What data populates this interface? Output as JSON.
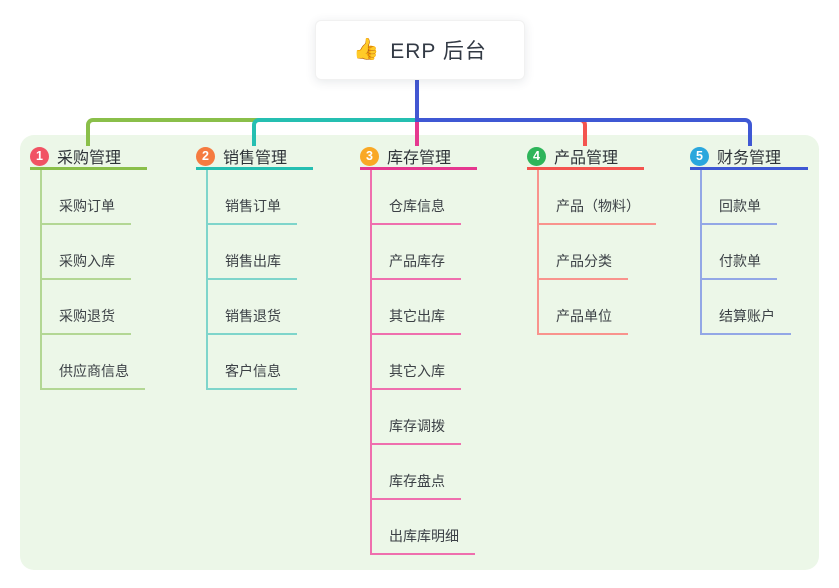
{
  "root": {
    "icon": "👍",
    "title": "ERP 后台",
    "link_color": "#4257d2"
  },
  "colors": {
    "page_background": "#ffffff",
    "panel_background": "#ecf7e8",
    "title_text": "#333a45",
    "header_text": "#2e3338",
    "item_text": "#3c4146"
  },
  "branches": [
    {
      "num": "1",
      "label": "采购管理",
      "badge_color": "#f15364",
      "line_color": "#8abf4a",
      "item_line_color": "#b3d794",
      "items": [
        "采购订单",
        "采购入库",
        "采购退货",
        "供应商信息"
      ]
    },
    {
      "num": "2",
      "label": "销售管理",
      "badge_color": "#f57b40",
      "line_color": "#25bfb1",
      "item_line_color": "#7ed5cb",
      "items": [
        "销售订单",
        "销售出库",
        "销售退货",
        "客户信息"
      ]
    },
    {
      "num": "3",
      "label": "库存管理",
      "badge_color": "#f9a825",
      "line_color": "#e5388f",
      "item_line_color": "#ef6fae",
      "items": [
        "仓库信息",
        "产品库存",
        "其它出库",
        "其它入库",
        "库存调拨",
        "库存盘点",
        "出库库明细"
      ]
    },
    {
      "num": "4",
      "label": "产品管理",
      "badge_color": "#2eb55a",
      "line_color": "#f4544f",
      "item_line_color": "#f9938d",
      "items": [
        "产品（物料）",
        "产品分类",
        "产品单位"
      ]
    },
    {
      "num": "5",
      "label": "财务管理",
      "badge_color": "#2aa7dd",
      "line_color": "#3f58d4",
      "item_line_color": "#93a7e6",
      "items": [
        "回款单",
        "付款单",
        "结算账户"
      ]
    }
  ]
}
